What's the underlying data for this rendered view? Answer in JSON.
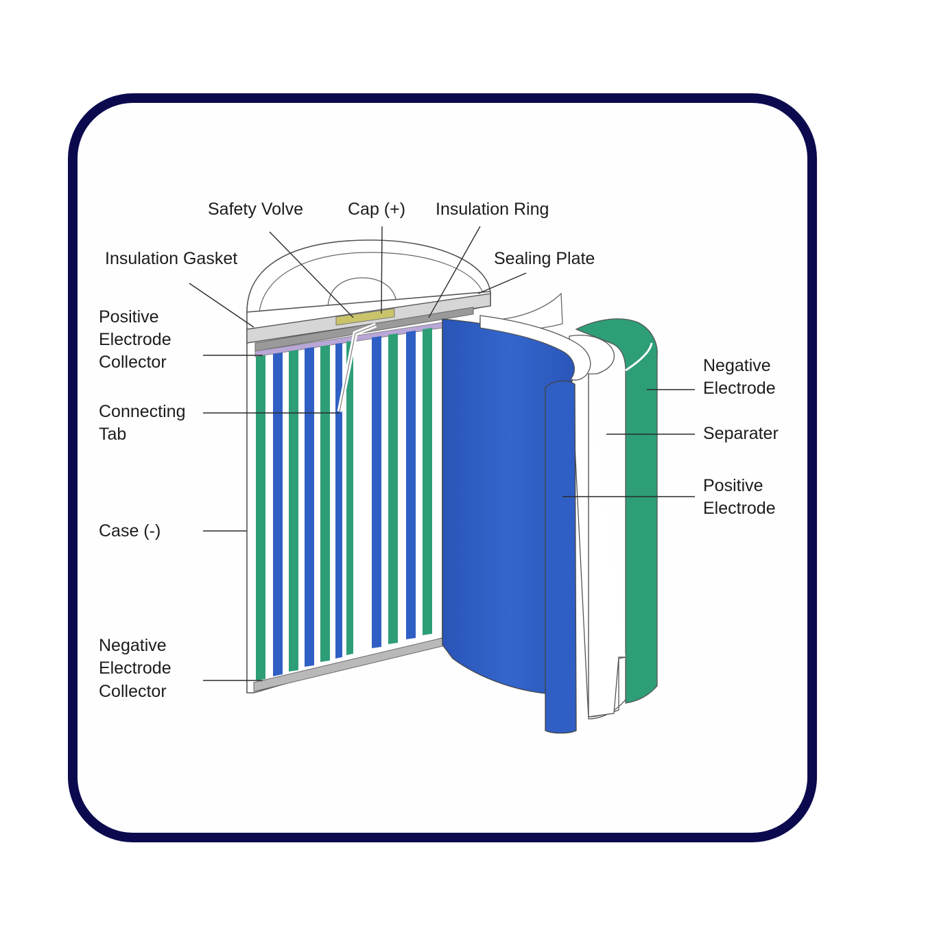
{
  "colors": {
    "frame_border": "#0c0a4e",
    "positive_electrode": "#2f5fc4",
    "negative_electrode": "#2e9e77",
    "separator": "#ffffff",
    "collector": "#b9b9b9",
    "safety_valve": "#c9c46a"
  },
  "labels": {
    "safety_valve": "Safety Volve",
    "cap": "Cap (+)",
    "insulation_ring": "Insulation Ring",
    "insulation_gasket": "Insulation Gasket",
    "sealing_plate": "Sealing Plate",
    "positive_electrode_collector": [
      "Positive",
      "Electrode",
      "Collector"
    ],
    "connecting_tab": [
      "Connecting",
      "Tab"
    ],
    "case": "Case (-)",
    "negative_electrode_collector": [
      "Negative",
      "Electrode",
      "Collector"
    ],
    "negative_electrode": [
      "Negative",
      "Electrode"
    ],
    "separator": "Separater",
    "positive_electrode": [
      "Positive",
      "Electrode"
    ]
  }
}
